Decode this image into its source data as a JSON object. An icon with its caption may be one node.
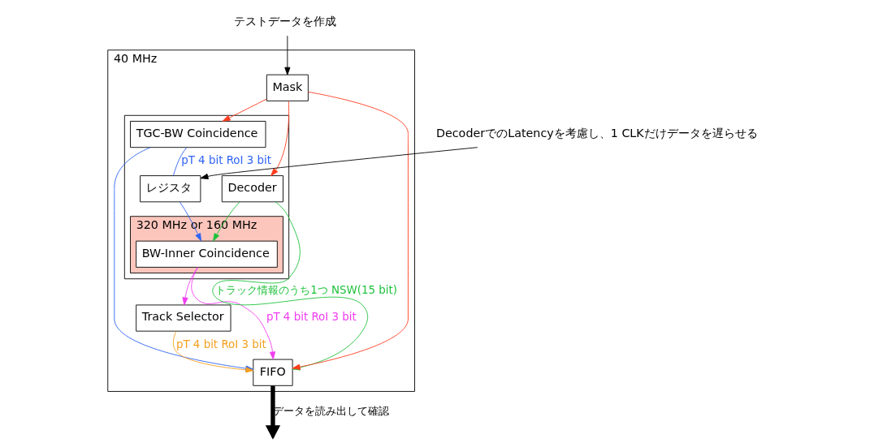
{
  "diagram": {
    "nodes": [
      {
        "text": [
          "40 MHz"
        ]
      },
      {
        "text": [],
        "shape": "box",
        "in": 0
      },
      {
        "text": [
          "320 MHz or 160 MHz"
        ],
        "in": 1
      },
      {
        "text": [
          "テストデータを作成"
        ]
      },
      {
        "text": [
          "DecoderでのLatencyを考慮し、1 CLKだけデータを遅らせる"
        ]
      },
      {
        "text": [
          "Mask"
        ],
        "in": 0
      },
      {
        "text": [
          "TGC-BW Coincidence"
        ],
        "in": 1
      },
      {
        "text": [
          "レジスタ"
        ],
        "in": 1
      },
      {
        "text": [
          "Decoder"
        ],
        "in": 1
      },
      {
        "text": [
          "BW-Inner Coincidence"
        ],
        "in": 2
      },
      {
        "text": [
          "FIFO"
        ],
        "in": 0
      },
      {
        "text": [
          "Track Selector"
        ],
        "in": 0
      }
    ],
    "edges": [
      {
        "from": 3,
        "to": 5,
        "arrow": "to",
        "color": "#000000"
      },
      {
        "from": 4,
        "to": 7,
        "arrow": "to",
        "color": "#000000"
      },
      {
        "from": 5,
        "to": 6,
        "arrow": "to",
        "color": "#ff3b1f"
      },
      {
        "from": 5,
        "to": 8,
        "arrow": "to",
        "color": "#ff3b1f"
      },
      {
        "from": 5,
        "to": 10,
        "arrow": "to",
        "color": "#ff3b1f"
      },
      {
        "from": 6,
        "to": 7,
        "arrow": "none",
        "label": "pT 4 bit RoI 3 bit",
        "color": "#2f64f5"
      },
      {
        "from": 6,
        "to": 10,
        "arrow": "to",
        "color": "#2f64f5"
      },
      {
        "from": 7,
        "to": 9,
        "arrow": "to",
        "color": "#2f64f5"
      },
      {
        "from": 8,
        "to": 9,
        "arrow": "to",
        "color": "#1fc23c"
      },
      {
        "from": 8,
        "to": 10,
        "arrow": "to",
        "label": "トラック情報のうち1つ NSW(15 bit)",
        "color": "#1fc23c"
      },
      {
        "from": 9,
        "to": 11,
        "arrow": "to",
        "color": "#f03cf0"
      },
      {
        "from": 9,
        "to": 10,
        "arrow": "to",
        "label": "pT 4 bit RoI 3 bit",
        "color": "#f03cf0"
      },
      {
        "from": 11,
        "to": 10,
        "arrow": "to",
        "label": "pT 4 bit RoI 3 bit",
        "color": "#f5a020"
      },
      {
        "from": 10,
        "to": null,
        "arrow": "to",
        "style": "thick",
        "label": "データを読み出して確認",
        "color": "#000000"
      }
    ]
  }
}
